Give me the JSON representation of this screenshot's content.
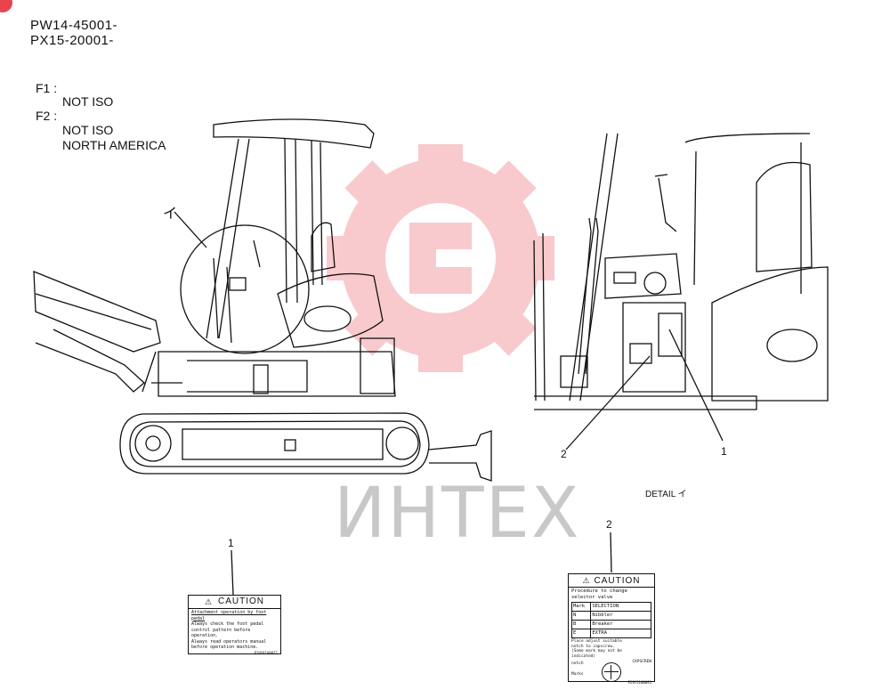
{
  "header": {
    "line1": "PW14-45001-",
    "line2": "PX15-20001-"
  },
  "notes": {
    "f1_key": "F1 :",
    "f1_value": "NOT ISO",
    "f2_key": "F2 :",
    "f2_value_1": "NOT ISO",
    "f2_value_2": "NORTH AMERICA"
  },
  "callouts": {
    "detail_marker": "イ",
    "detail_caption": "DETAIL イ",
    "part_1": "1",
    "part_2": "2",
    "label_1_number": "1",
    "label_2_number": "2"
  },
  "watermark": {
    "text": "ИНТЕХ",
    "color": "#e8434f"
  },
  "label_1": {
    "title": "CAUTION",
    "lines": [
      "Attachment operation by foot pedal",
      "Always check the foot pedal",
      "control pattern before",
      "operation.",
      "Always read operators manual",
      "before operation machine."
    ],
    "code": "P19Y8100071"
  },
  "label_2": {
    "title": "CAUTION",
    "heading_1": "Procedure to change",
    "heading_2": "selector valve",
    "table_header_mark": "Mark",
    "table_header_selection": "SELECTION",
    "rows": [
      {
        "mark": "N",
        "selection": "Nibbler"
      },
      {
        "mark": "B",
        "selection": "Breaker"
      },
      {
        "mark": "E",
        "selection": "EXTRA"
      }
    ],
    "notes": [
      "Place adjust suitable",
      "notch to capscrew.",
      "(Some mark may not be",
      "indicated)"
    ],
    "notch_label": "notch",
    "capscrew_label": "CAPSCREW",
    "marks_label": "Marks",
    "code": "P29Y5100091"
  },
  "icons": [
    "warning-triangle-icon",
    "corner-marker-icon"
  ]
}
